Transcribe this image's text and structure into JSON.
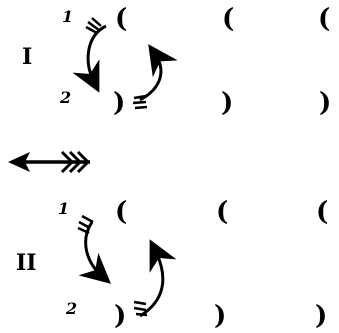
{
  "sections": [
    {
      "roman": "I",
      "top_number": "1",
      "bottom_number": "2"
    },
    {
      "roman": "II",
      "top_number": "1",
      "bottom_number": "2"
    }
  ],
  "symbols": {
    "top_row": "(",
    "bottom_row": ")"
  },
  "icons": [
    "curved-arrow-down-icon",
    "curved-arrow-up-icon",
    "left-arrow-icon"
  ]
}
